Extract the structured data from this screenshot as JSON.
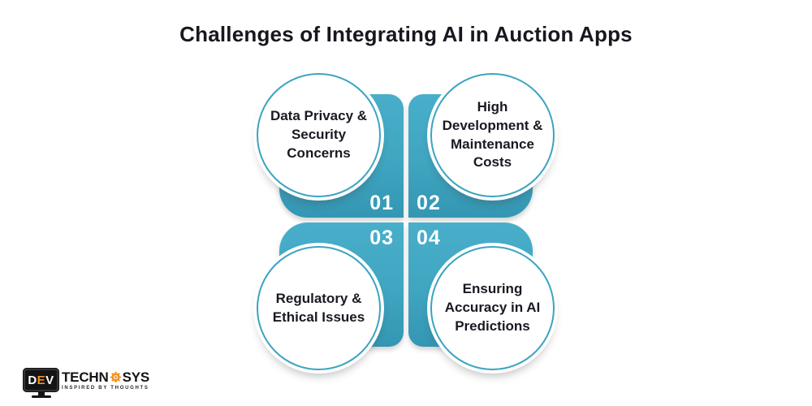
{
  "title": "Challenges of Integrating AI in Auction Apps",
  "quadrants": [
    {
      "number": "01",
      "label": "Data Privacy &\nSecurity\nConcerns",
      "position": "top-left"
    },
    {
      "number": "02",
      "label": "High\nDevelopment &\nMaintenance\nCosts",
      "position": "top-right"
    },
    {
      "number": "03",
      "label": "Regulatory &\nEthical Issues",
      "position": "bottom-left"
    },
    {
      "number": "04",
      "label": "Ensuring\nAccuracy in AI\nPredictions",
      "position": "bottom-right"
    }
  ],
  "logo": {
    "tv_letters": [
      "D",
      "E",
      "V"
    ],
    "brand_left": "TECHN",
    "brand_right": "SYS",
    "tagline": "INSPIRED BY THOUGHTS"
  },
  "icons": {
    "gear": "gear-icon",
    "monitor": "monitor-icon"
  },
  "colors": {
    "teal": "#41A7C3",
    "teal_dark": "#3496B2",
    "circle_border": "#3BA4C0",
    "text_dark": "#17171F",
    "number_text": "#FFFFFF",
    "logo_orange": "#F6921E",
    "logo_black": "#141414",
    "background": "#FFFFFF"
  }
}
